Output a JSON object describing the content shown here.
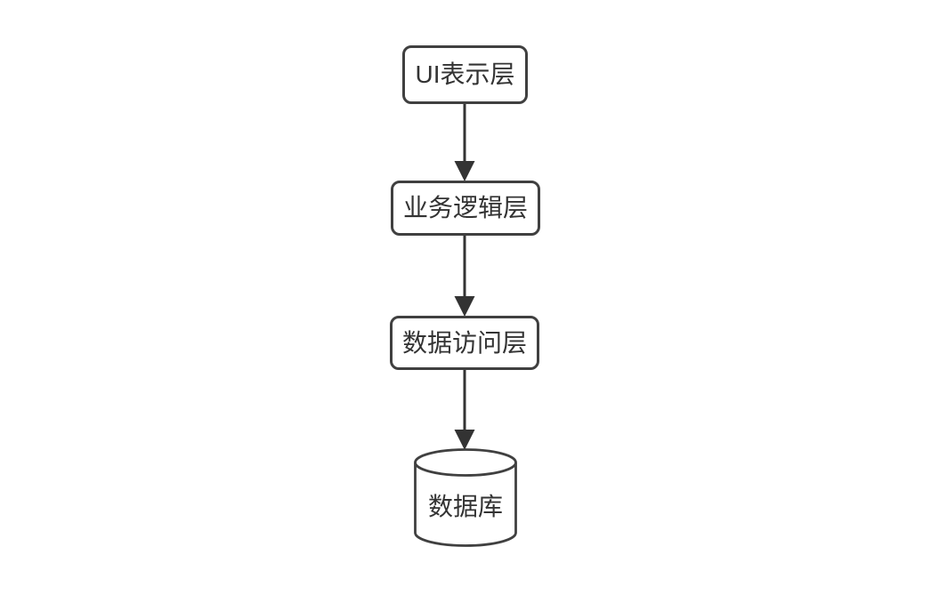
{
  "diagram": {
    "background_color": "#ffffff",
    "stroke_color": "#404040",
    "text_color": "#333333",
    "nodes": [
      {
        "label": "UI表示层",
        "shape": "rounded-rectangle"
      },
      {
        "label": "业务逻辑层",
        "shape": "rounded-rectangle"
      },
      {
        "label": "数据访问层",
        "shape": "rounded-rectangle"
      },
      {
        "label": "数据库",
        "shape": "cylinder"
      }
    ],
    "edges": [
      {
        "from": "UI表示层",
        "to": "业务逻辑层",
        "style": "solid-line-filled-arrowhead",
        "direction": "down"
      },
      {
        "from": "业务逻辑层",
        "to": "数据访问层",
        "style": "solid-line-filled-arrowhead",
        "direction": "down"
      },
      {
        "from": "数据访问层",
        "to": "数据库",
        "style": "solid-line-filled-arrowhead",
        "direction": "down"
      }
    ]
  }
}
